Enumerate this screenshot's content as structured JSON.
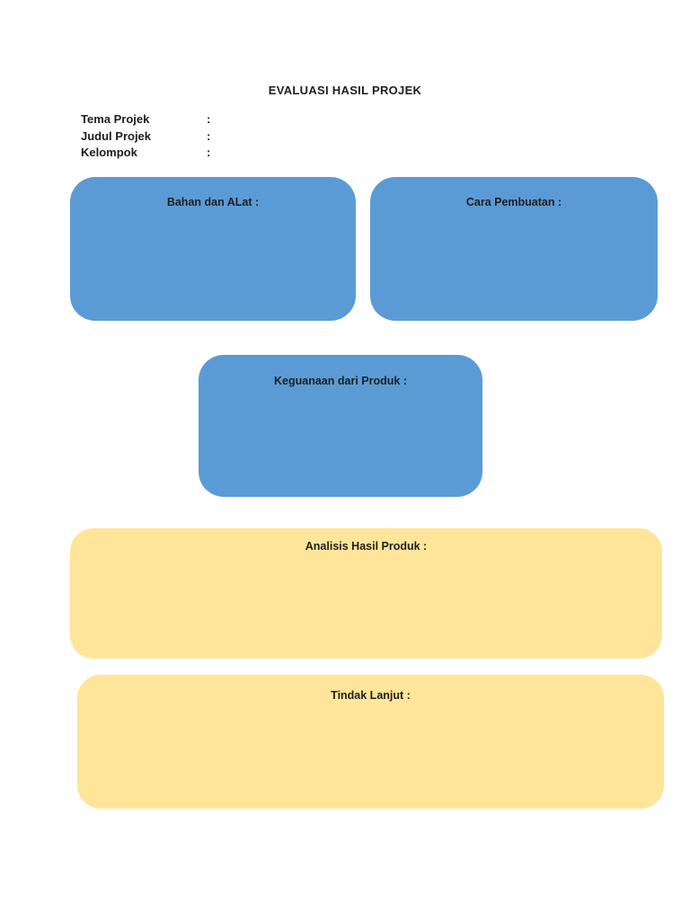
{
  "header": {
    "title": "EVALUASI HASIL PROJEK"
  },
  "fields": [
    {
      "label": "Tema Projek",
      "colon": ":"
    },
    {
      "label": "Judul Projek",
      "colon": ":"
    },
    {
      "label": "Kelompok",
      "colon": ":"
    }
  ],
  "boxes": [
    {
      "title": "Bahan dan ALat :"
    },
    {
      "title": "Cara Pembuatan :"
    },
    {
      "title": "Keguanaan dari Produk :"
    },
    {
      "title": "Analisis Hasil Produk :"
    },
    {
      "title": "Tindak Lanjut :"
    }
  ],
  "colors": {
    "page_background": "#FFFFFF",
    "blue_box": "#5B9BD5",
    "yellow_box": "#FFE599",
    "text": "#1F1F1F"
  }
}
